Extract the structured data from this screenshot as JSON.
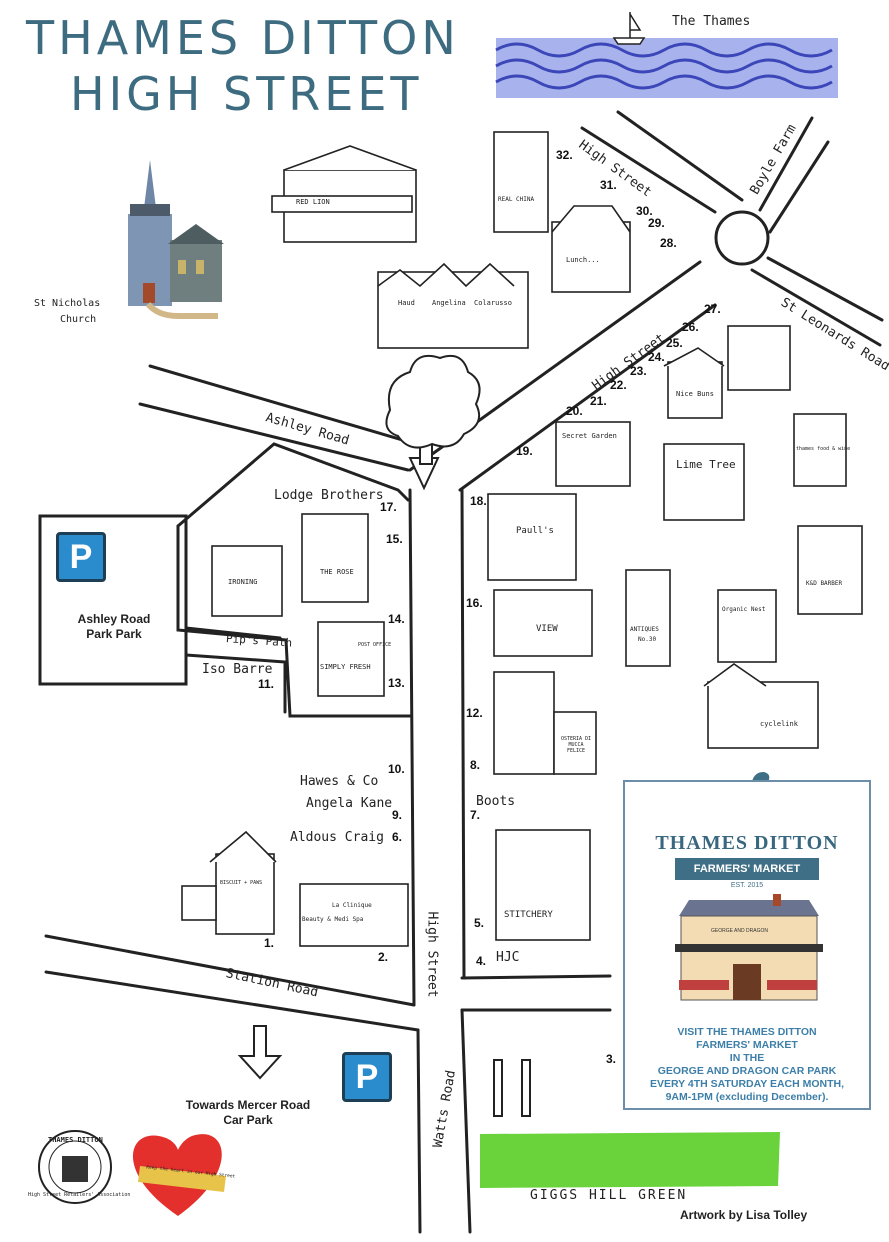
{
  "title": {
    "line1": "THAMES DITTON",
    "line2": "HIGH STREET"
  },
  "river_label": "The Thames",
  "church_label": {
    "line1": "St Nicholas",
    "line2": "Church"
  },
  "roads": {
    "high_street_north": "High Street",
    "high_street_mid": "High Street",
    "high_street_south": "High Street",
    "boyle_farm": "Boyle Farm",
    "st_leonards": "St Leonards Road",
    "ashley_road": "Ashley Road",
    "station_road": "Station Road",
    "watts_road": "Watts Road",
    "pips_path": "Pip's Path"
  },
  "places": {
    "lodge_brothers": "Lodge Brothers",
    "iso_barre": "Iso Barre",
    "hawes_co": "Hawes & Co",
    "angela_kane": "Angela Kane",
    "aldous_craig": "Aldous Craig",
    "boots": "Boots",
    "hjc": "HJC",
    "giggs_hill": "GIGGS HILL GREEN"
  },
  "shop_signs": {
    "red_lion": "RED LION",
    "haud": "Haud",
    "angelina": "Angelina",
    "colarusso": "Colarusso",
    "real_china": "REAL CHINA",
    "lunch": "Lunch...",
    "nice_buns": "Nice Buns",
    "secret_garden": "Secret Garden",
    "lime_tree": "Lime Tree",
    "thames_food": "thames food & wine",
    "paulls": "Paull's",
    "ironing": "IRONING",
    "the_rose": "THE ROSE",
    "post_office": "POST OFFICE",
    "simply_fresh": "SIMPLY FRESH",
    "view": "VIEW",
    "antiques": "ANTIQUES",
    "no30": "No.30",
    "organic_nest": "Organic Nest",
    "kd_barber": "K&D BARBER",
    "cyclelink": "cyclelink",
    "osteria": "OSTERIA DI MUCCA FELICE",
    "stitchery": "STITCHERY",
    "biscuit_paws": "BISCUIT + PAWS",
    "la_clinique": "La Clinique",
    "beauty_spa": "Beauty & Medi Spa"
  },
  "numbers": [
    "1.",
    "2.",
    "3.",
    "4.",
    "5.",
    "6.",
    "7.",
    "8.",
    "9.",
    "10.",
    "11.",
    "12.",
    "13.",
    "14.",
    "15.",
    "16.",
    "17.",
    "18.",
    "19.",
    "20.",
    "21.",
    "22.",
    "23.",
    "24.",
    "25.",
    "26.",
    "27.",
    "28.",
    "29.",
    "30.",
    "31.",
    "32."
  ],
  "parking": {
    "ashley_icon": "P",
    "ashley_label_1": "Ashley Road",
    "ashley_label_2": "Park Park",
    "mercer_icon": "P",
    "mercer_label_1": "Towards Mercer Road",
    "mercer_label_2": "Car Park"
  },
  "farmers_market": {
    "title": "THAMES DITTON",
    "banner": "FARMERS' MARKET",
    "est": "EST. 2015",
    "building_sign": "GEORGE AND DRAGON",
    "line1": "VISIT THE THAMES DITTON",
    "line2": "FARMERS' MARKET",
    "line3": "IN THE",
    "line4": "GEORGE AND DRAGON CAR PARK",
    "line5": "EVERY 4TH SATURDAY EACH MONTH,",
    "line6": "9AM-1PM (excluding December)."
  },
  "logos": {
    "assoc_top": "THAMES DITTON",
    "assoc_bottom": "High Street Retailers' Association",
    "heart_ribbon": "Keep the heart in our High Street"
  },
  "credit": "Artwork by Lisa Tolley",
  "colors": {
    "title": "#3d6b80",
    "river": "#a8b2ec",
    "parking": "#2a8ccd",
    "green": "#6ad33c",
    "market_text": "#3d7fa8"
  }
}
